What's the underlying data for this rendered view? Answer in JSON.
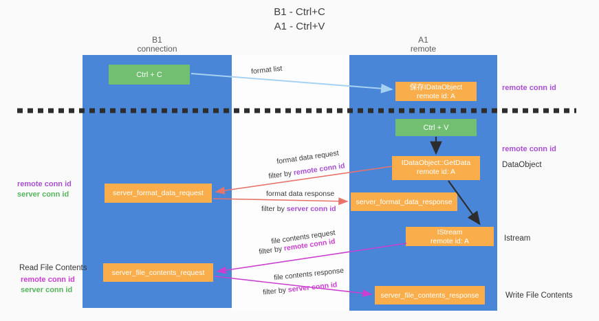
{
  "title": {
    "line1": "B1 - Ctrl+C",
    "line2": "A1 - Ctrl+V"
  },
  "columns": {
    "left": {
      "name": "B1",
      "role": "connection"
    },
    "right": {
      "name": "A1",
      "role": "remote"
    }
  },
  "boxes": {
    "ctrl_c": {
      "label": "Ctrl + C"
    },
    "ctrl_v": {
      "label": "Ctrl + V"
    },
    "save_idataobject": {
      "line1": "保存IDataObject",
      "line2": "remote id: A"
    },
    "getdata": {
      "line1": "IDataObject::GetData",
      "line2": "remote id: A"
    },
    "istream": {
      "line1": "IStream",
      "line2": "remote id: A"
    },
    "server_format_data_request": {
      "label": "server_format_data_request"
    },
    "server_format_data_response": {
      "label": "server_format_data_response"
    },
    "server_file_contents_request": {
      "label": "server_file_contents_request"
    },
    "server_file_contents_response": {
      "label": "server_file_contents_response"
    }
  },
  "arrow_labels": {
    "format_list": "format list",
    "format_data_request": "format data request",
    "format_data_response": "format data response",
    "file_contents_request": "file contents request",
    "file_contents_response": "file contents response",
    "filter_by": "filter by ",
    "remote_conn_id": "remote conn id",
    "server_conn_id": "server conn id"
  },
  "side_labels": {
    "remote_conn_id": "remote conn id",
    "server_conn_id": "server conn id",
    "dataobject": "DataObject",
    "istream": "Istream",
    "read_file_contents": "Read File Contents",
    "write_file_contents": "Write File Contents"
  },
  "colors": {
    "column_blue": "#4a86d8",
    "box_orange": "#f9ae4b",
    "box_green": "#72bf72",
    "purple_text": "#a84fd2",
    "magenta_text": "#cb3fd0",
    "green_text": "#56b45c",
    "salmon_arrow": "#e8736b",
    "light_blue_arrow": "#a6d2f2",
    "black_arrow": "#333333",
    "dashed_line": "#2d2d2d",
    "background": "#fafafa"
  }
}
